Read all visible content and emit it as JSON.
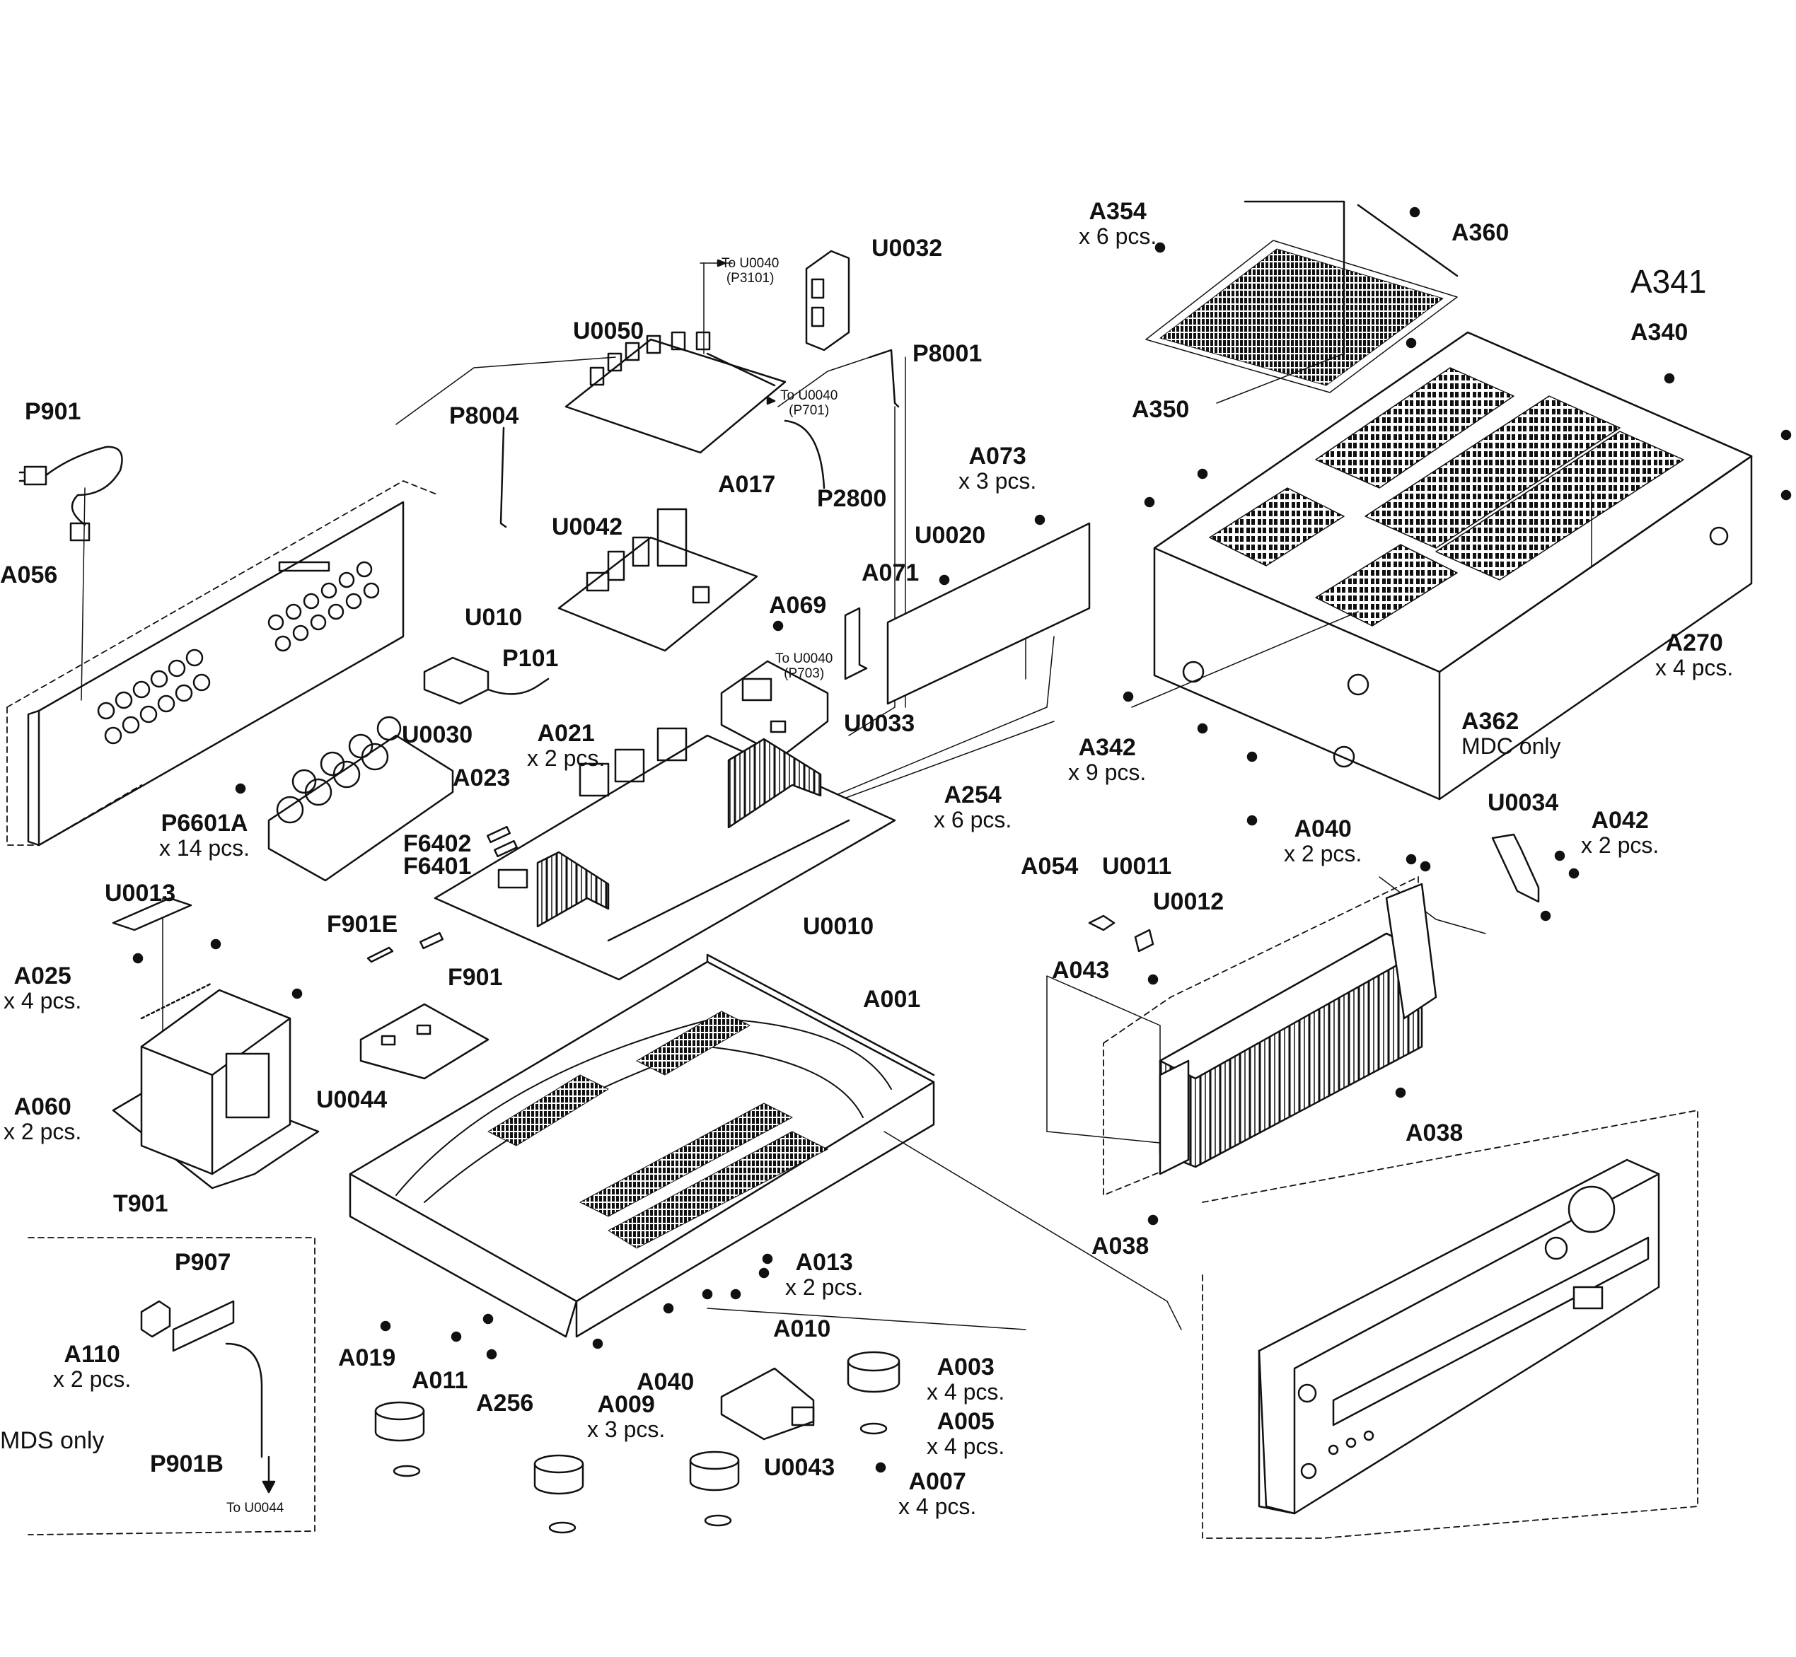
{
  "labels": {
    "A354": {
      "code": "A354",
      "qty": "x 6 pcs."
    },
    "A360": {
      "code": "A360"
    },
    "A341": {
      "code": "A341"
    },
    "A340": {
      "code": "A340"
    },
    "A350": {
      "code": "A350"
    },
    "U0032": {
      "code": "U0032"
    },
    "to_u0040_p3101": {
      "code": "To U0040",
      "qty": "(P3101)"
    },
    "U0050": {
      "code": "U0050"
    },
    "P8001": {
      "code": "P8001"
    },
    "to_u0040_p701": {
      "code": "To U0040",
      "qty": "(P701)"
    },
    "P901": {
      "code": "P901"
    },
    "P8004": {
      "code": "P8004"
    },
    "A017": {
      "code": "A017"
    },
    "P2800": {
      "code": "P2800"
    },
    "A073": {
      "code": "A073",
      "qty": "x 3 pcs."
    },
    "U0042": {
      "code": "U0042"
    },
    "U0020": {
      "code": "U0020"
    },
    "A056": {
      "code": "A056"
    },
    "A071": {
      "code": "A071"
    },
    "A069": {
      "code": "A069"
    },
    "to_u0040_p703": {
      "code": "To U0040",
      "qty": "(P703)"
    },
    "U010": {
      "code": "U010"
    },
    "P101": {
      "code": "P101"
    },
    "A270": {
      "code": "A270",
      "qty": "x 4 pcs."
    },
    "U0030": {
      "code": "U0030"
    },
    "A021": {
      "code": "A021",
      "qty": "x 2 pcs."
    },
    "U0033": {
      "code": "U0033"
    },
    "A362": {
      "code": "A362",
      "qty": "MDC only"
    },
    "A342": {
      "code": "A342",
      "qty": "x 9 pcs."
    },
    "A023": {
      "code": "A023"
    },
    "A254": {
      "code": "A254",
      "qty": "x 6 pcs."
    },
    "P6601A": {
      "code": "P6601A",
      "qty": "x 14 pcs."
    },
    "U0034": {
      "code": "U0034"
    },
    "A040_right": {
      "code": "A040",
      "qty": "x 2 pcs."
    },
    "A042": {
      "code": "A042",
      "qty": "x 2 pcs."
    },
    "F6402": {
      "code": "F6402"
    },
    "F6401": {
      "code": "F6401"
    },
    "A054": {
      "code": "A054"
    },
    "U0011": {
      "code": "U0011"
    },
    "U0012": {
      "code": "U0012"
    },
    "U0013": {
      "code": "U0013"
    },
    "U0010": {
      "code": "U0010"
    },
    "F901E": {
      "code": "F901E"
    },
    "F901": {
      "code": "F901"
    },
    "A043": {
      "code": "A043"
    },
    "A025": {
      "code": "A025",
      "qty": "x 4 pcs."
    },
    "A001": {
      "code": "A001"
    },
    "A060": {
      "code": "A060",
      "qty": "x 2 pcs."
    },
    "U0044": {
      "code": "U0044"
    },
    "A038_upper": {
      "code": "A038"
    },
    "T901": {
      "code": "T901"
    },
    "A038_lower": {
      "code": "A038"
    },
    "P907": {
      "code": "P907"
    },
    "A013": {
      "code": "A013",
      "qty": "x 2 pcs."
    },
    "A110": {
      "code": "A110",
      "qty": "x 2 pcs."
    },
    "A010": {
      "code": "A010"
    },
    "A019": {
      "code": "A019"
    },
    "A011": {
      "code": "A011"
    },
    "A040_bottom": {
      "code": "A040"
    },
    "A003": {
      "code": "A003",
      "qty": "x 4 pcs."
    },
    "A256": {
      "code": "A256"
    },
    "A009": {
      "code": "A009",
      "qty": "x 3 pcs."
    },
    "A005": {
      "code": "A005",
      "qty": "x 4 pcs."
    },
    "MDS_only": {
      "code": "MDS only"
    },
    "P901B": {
      "code": "P901B"
    },
    "U0043": {
      "code": "U0043"
    },
    "A007": {
      "code": "A007",
      "qty": "x 4 pcs."
    },
    "to_u0044": {
      "code": "To U0044"
    }
  }
}
